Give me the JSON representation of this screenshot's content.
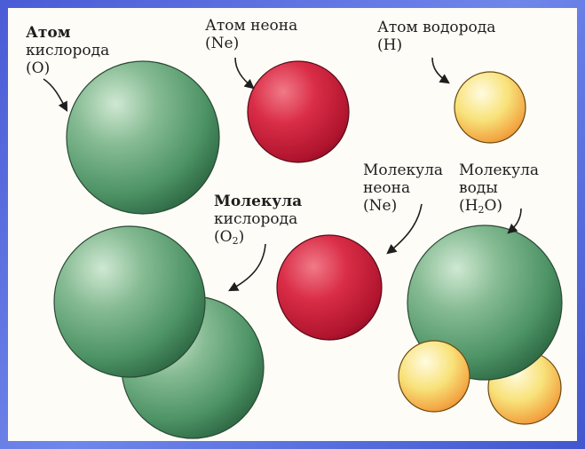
{
  "colors": {
    "oxygen": "#4f9a6c",
    "neon": "#d21c3c",
    "hydrogen": "#f3d860",
    "frame": "#5366dc",
    "background": "#fdfcf6"
  },
  "labels": {
    "oxygen_atom": {
      "line1": "Атом",
      "line2": "кислорода",
      "line3": "(O)"
    },
    "neon_atom": {
      "line1": "Атом неона",
      "line2": "(Ne)"
    },
    "hydrogen_atom": {
      "line1": "Атом водорода",
      "line2": "(H)"
    },
    "oxygen_molecule": {
      "line1": "Молекула",
      "line2": "кислорода",
      "line3_open": "(O",
      "line3_sub": "2",
      "line3_close": ")"
    },
    "neon_molecule": {
      "line1": "Молекула",
      "line2": "неона",
      "line3": "(Ne)"
    },
    "water_molecule": {
      "line1": "Молекула",
      "line2": "воды",
      "line3_open": "(H",
      "line3_sub": "2",
      "line3_close": "O)"
    }
  }
}
